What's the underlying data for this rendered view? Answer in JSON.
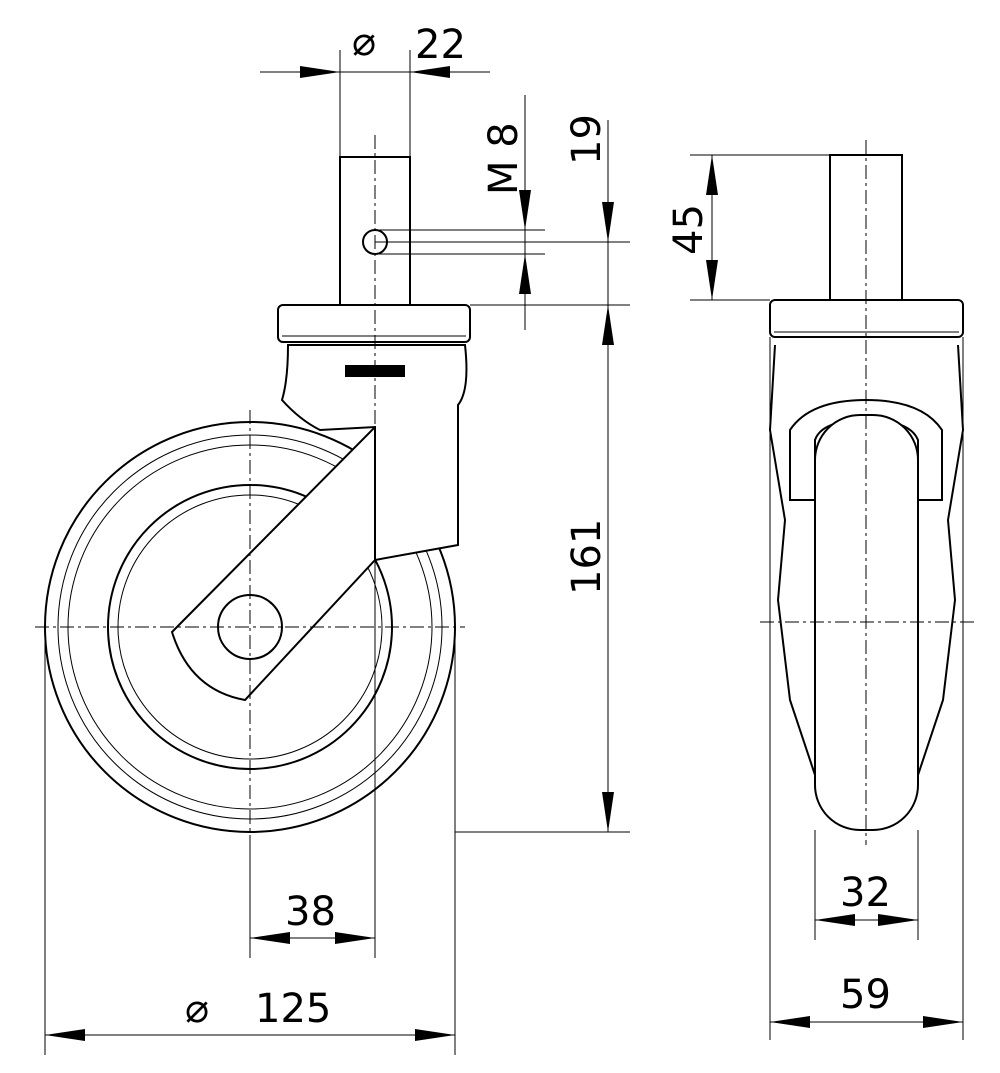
{
  "dimensions": {
    "stem_diameter": "22",
    "thread": "M 8",
    "bolt_hole_height": "19",
    "stem_length": "45",
    "overall_height": "161",
    "offset": "38",
    "wheel_diameter": "125",
    "wheel_width": "32",
    "overall_width": "59"
  },
  "symbols": {
    "diameter": "⌀"
  }
}
